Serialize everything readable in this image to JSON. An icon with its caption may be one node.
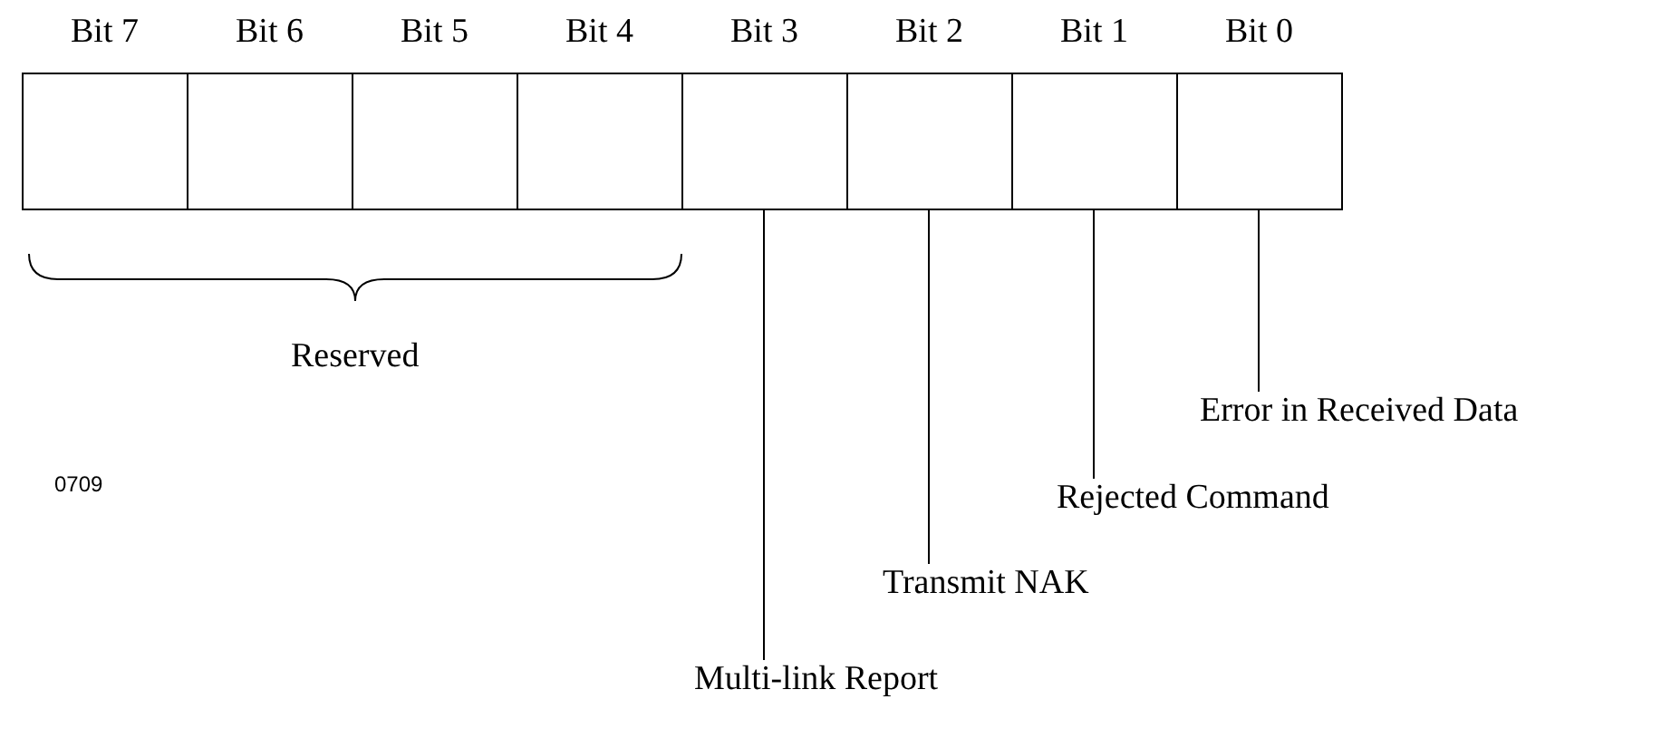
{
  "diagram": {
    "nodes": [
      {
        "text": [
          "Bit 7"
        ]
      },
      {
        "text": [
          "Bit 6"
        ]
      },
      {
        "text": [
          "Bit 5"
        ]
      },
      {
        "text": [
          "Bit 4"
        ]
      },
      {
        "text": [
          "Bit 3"
        ]
      },
      {
        "text": [
          "Bit 2"
        ]
      },
      {
        "text": [
          "Bit 1"
        ]
      },
      {
        "text": [
          "Bit 0"
        ]
      },
      {
        "text": [
          "Error in Received Data"
        ]
      },
      {
        "text": [
          "Rejected Command"
        ]
      },
      {
        "text": [
          "Transmit NAK"
        ]
      },
      {
        "text": [
          "Multi-link Report"
        ]
      }
    ],
    "edges": [
      {
        "from": 8,
        "to": 7,
        "arrow": "none"
      },
      {
        "from": 9,
        "to": 6,
        "arrow": "none"
      },
      {
        "from": 10,
        "to": 5,
        "arrow": "none"
      },
      {
        "from": 11,
        "to": 4,
        "arrow": "none"
      }
    ],
    "labels": [
      "Reserved",
      "0709"
    ]
  }
}
